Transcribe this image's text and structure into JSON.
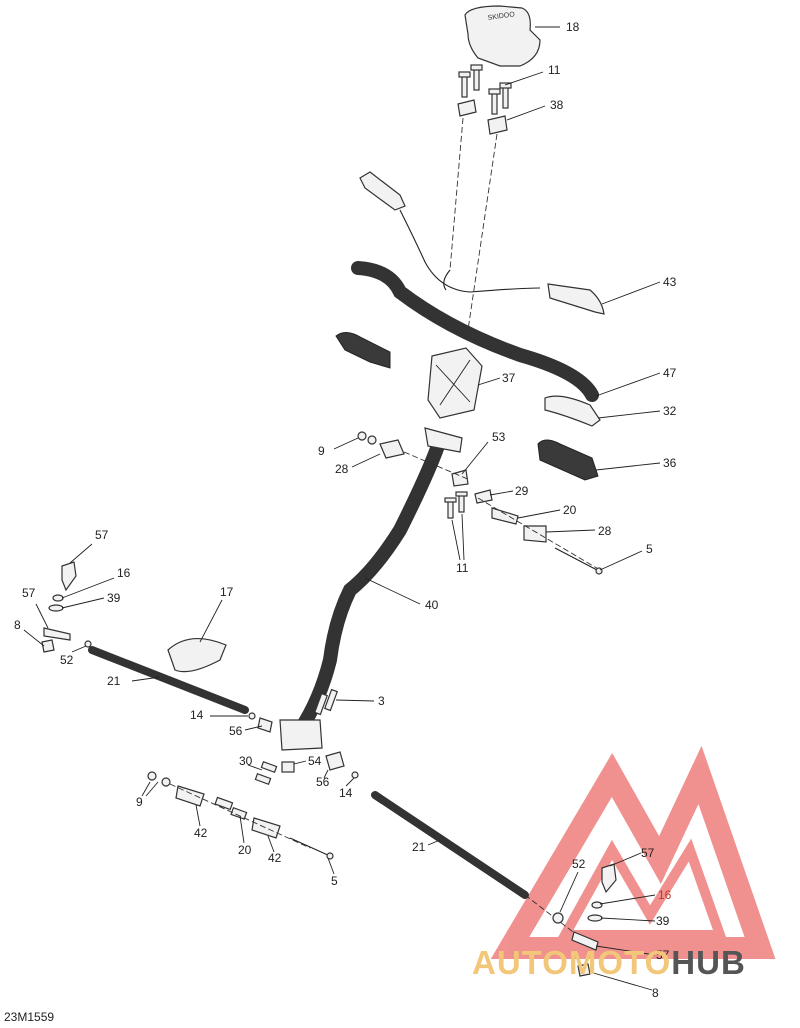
{
  "diagram": {
    "code": "23M1559",
    "callouts": [
      "18",
      "11",
      "38",
      "43",
      "47",
      "32",
      "37",
      "36",
      "9",
      "28",
      "53",
      "29",
      "20",
      "28",
      "5",
      "11",
      "57",
      "16",
      "39",
      "57",
      "8",
      "52",
      "17",
      "40",
      "21",
      "3",
      "14",
      "56",
      "30",
      "54",
      "56",
      "14",
      "9",
      "42",
      "20",
      "42",
      "5",
      "21",
      "52",
      "57",
      "16",
      "39",
      "57",
      "8"
    ],
    "watermark": {
      "part1": "AUTO",
      "part2": "MOTO",
      "part3": "HUB",
      "color_red": "#e53935",
      "color_gold": "#f2c77a",
      "color_dark": "#555555"
    }
  }
}
